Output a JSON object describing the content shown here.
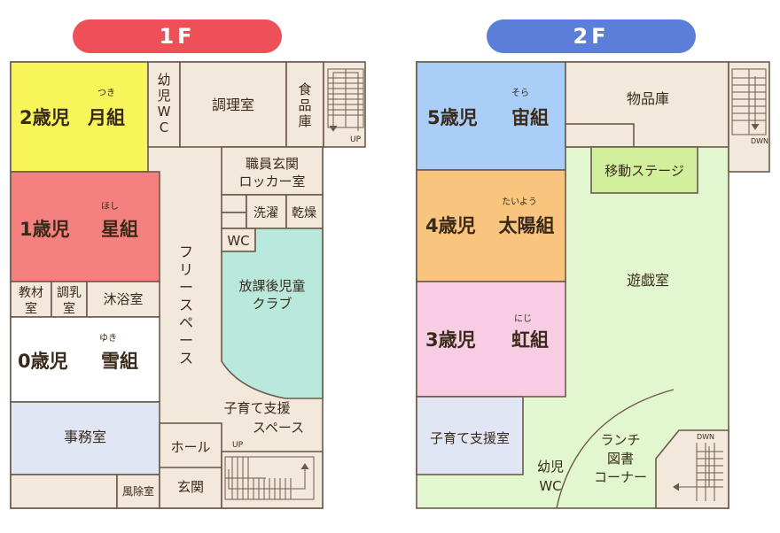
{
  "colors": {
    "floor1_pill": "#ef4f57",
    "floor2_pill": "#5b7fd8",
    "stroke": "#6b5a4b",
    "beige": "#f3e8dc",
    "yellow": "#f7f55a",
    "red": "#f48080",
    "white": "#ffffff",
    "blue_light": "#e0e6f4",
    "teal": "#b9e8dc",
    "sky": "#a9cff8",
    "orange": "#f9c47e",
    "pink": "#f8cde4",
    "green_light": "#e2f7cf",
    "green": "#d2ef9e"
  },
  "floor1": {
    "label": "1F",
    "rooms": {
      "class2_name": "2歳児",
      "class2_group": "月組",
      "class2_ruby": "つき",
      "infant_wc_1": "幼",
      "infant_wc_2": "児",
      "infant_wc_3": "W",
      "infant_wc_4": "C",
      "kitchen": "調理室",
      "pantry_1": "食",
      "pantry_2": "品",
      "pantry_3": "庫",
      "stairs_up": "UP",
      "staff_entrance_1": "職員玄関",
      "staff_entrance_2": "ロッカー室",
      "class1_name": "1歳児",
      "class1_group": "星組",
      "class1_ruby": "ほし",
      "washing": "洗濯",
      "drying": "乾燥",
      "wc": "WC",
      "free_space_1": "フ",
      "free_space_2": "リ",
      "free_space_3": "ー",
      "free_space_4": "ス",
      "free_space_5": "ペ",
      "free_space_6": "ー",
      "free_space_7": "ス",
      "afterschool_1": "放課後児童",
      "afterschool_2": "クラブ",
      "materials_1": "教材",
      "materials_2": "室",
      "milk_1": "調乳",
      "milk_2": "室",
      "bath": "沐浴室",
      "class0_name": "0歳児",
      "class0_group": "雪組",
      "class0_ruby": "ゆき",
      "childcare_support_1": "子育て支援",
      "childcare_support_2": "スペース",
      "office": "事務室",
      "hall": "ホール",
      "stairs_up_2": "UP",
      "entrance": "玄関",
      "windbreak": "風除室"
    }
  },
  "floor2": {
    "label": "2F",
    "rooms": {
      "class5_name": "5歳児",
      "class5_group": "宙組",
      "class5_ruby": "そら",
      "storage": "物品庫",
      "stairs_down": "DWN",
      "mobile_stage": "移動ステージ",
      "class4_name": "4歳児",
      "class4_group": "太陽組",
      "class4_ruby": "たいよう",
      "playroom": "遊戯室",
      "class3_name": "3歳児",
      "class3_group": "虹組",
      "class3_ruby": "にじ",
      "childcare_support_room": "子育て支援室",
      "lunch_1": "ランチ",
      "lunch_2": "図書",
      "lunch_3": "コーナー",
      "infant_wc_1": "幼児",
      "infant_wc_2": "WC",
      "stairs_down_2": "DWN"
    }
  }
}
